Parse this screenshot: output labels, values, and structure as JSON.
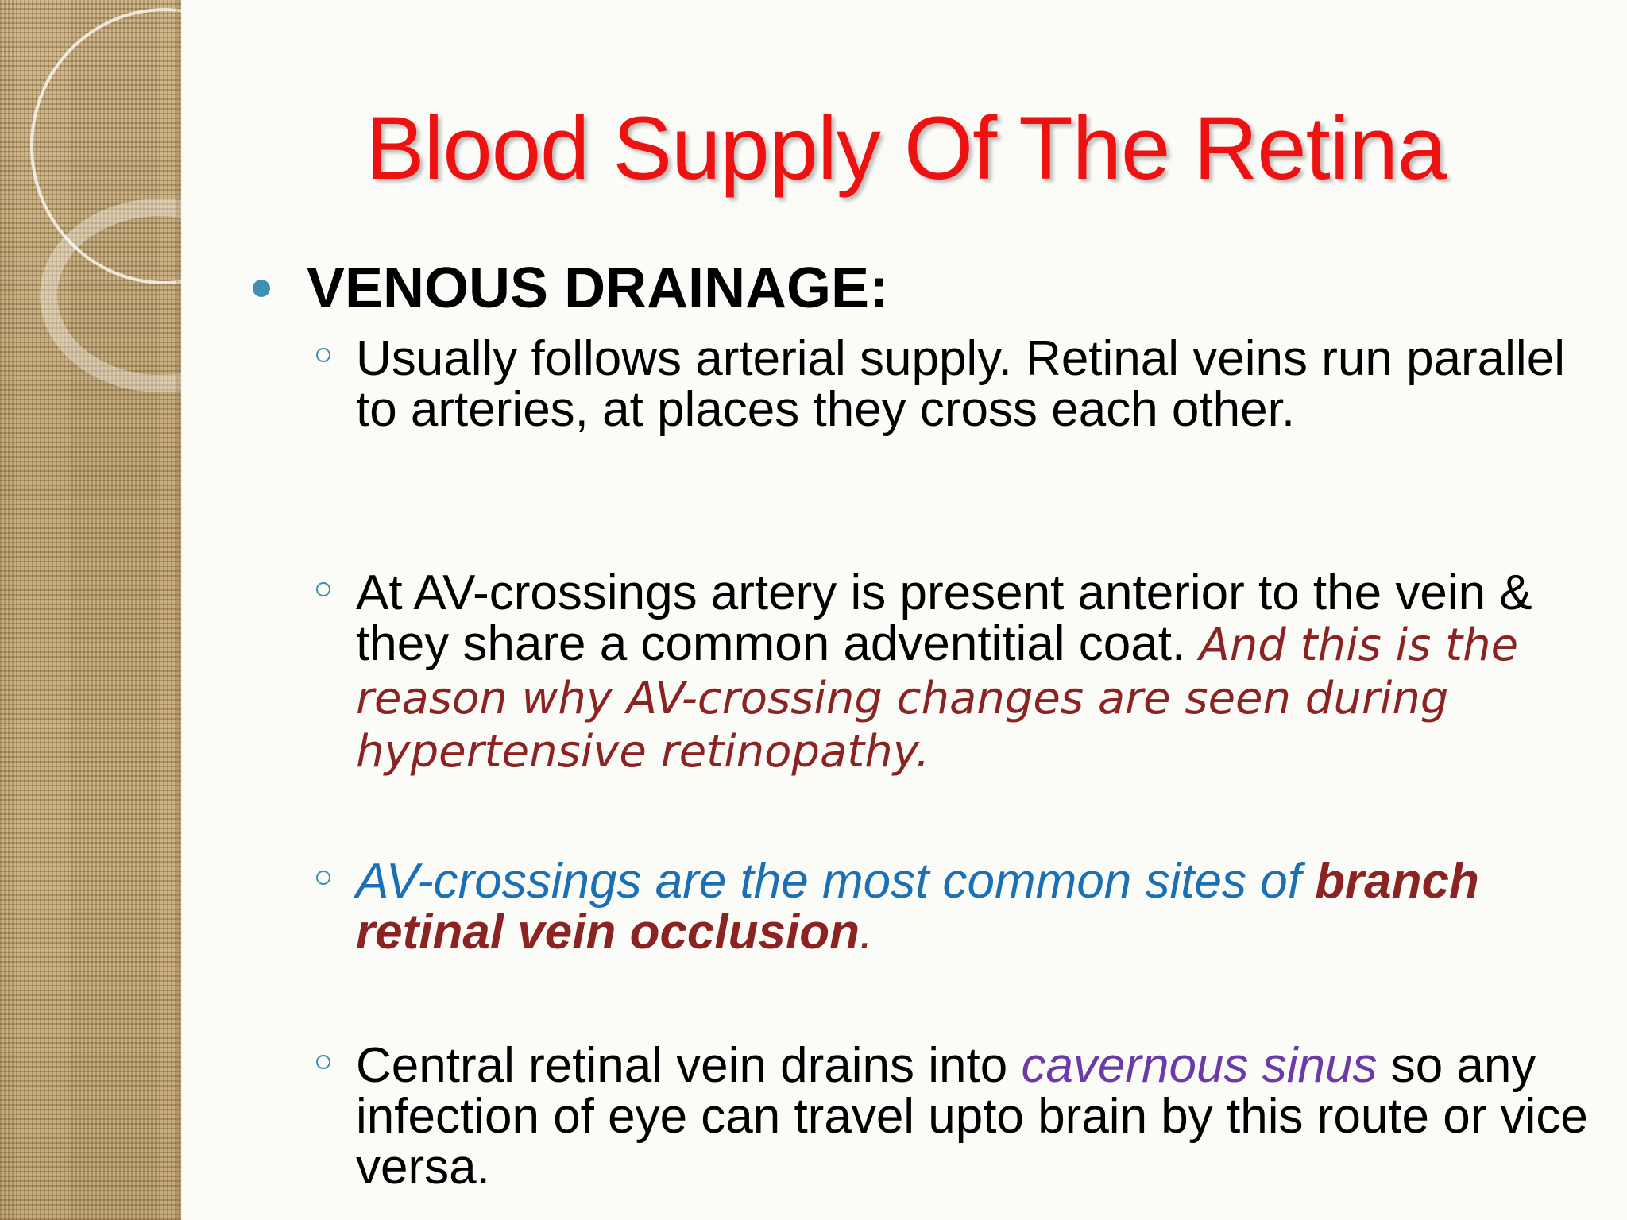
{
  "slide": {
    "title": "Blood Supply Of The Retina",
    "heading": "VENOUS DRAINAGE:",
    "points": [
      {
        "text": "Usually follows arterial supply. Retinal veins run parallel to arteries, at places they cross each other."
      },
      {
        "text": "At AV-crossings artery is present anterior to the vein & they share a common adventitial coat.",
        "emphasis": "And this is the reason why AV-crossing changes are seen during hypertensive retinopathy."
      },
      {
        "text_italic": "AV-crossings are the most common sites of",
        "bold": "branch retinal vein occlusion",
        "tail": "."
      },
      {
        "text_before": "Central retinal vein drains into",
        "highlight": "cavernous sinus",
        "text_after": "so any infection of eye can travel upto brain by this route or vice versa."
      }
    ]
  },
  "colors": {
    "title": "#ee1111",
    "bullet": "#3e8fb0",
    "emphasis_red": "#8b2323",
    "emphasis_blue": "#1a6fb5",
    "emphasis_purple": "#6b3aa8"
  }
}
